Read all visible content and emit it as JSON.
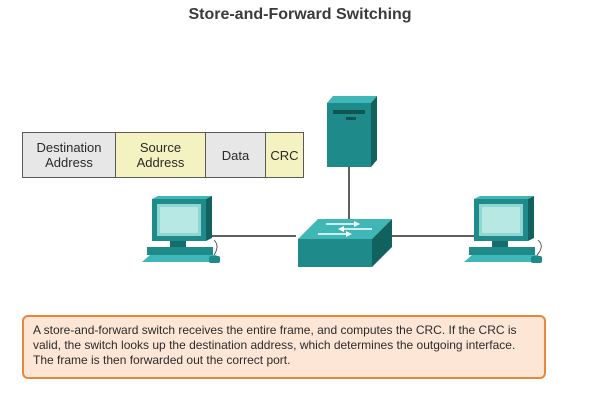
{
  "title": "Store-and-Forward Switching",
  "frame": {
    "fields": [
      {
        "label": "Destination\nAddress"
      },
      {
        "label": "Source\nAddress"
      },
      {
        "label": "Data"
      },
      {
        "label": "CRC"
      }
    ]
  },
  "description": "A store-and-forward switch receives the entire frame, and computes the CRC. If the CRC is valid, the switch looks up the destination address, which determines the outgoing interface. The frame is then forwarded out the correct port.",
  "colors": {
    "device_teal": "#1f8a8a",
    "address_yellow": "#f4f2c0",
    "field_gray": "#e7e7e7",
    "callout_border": "#e8863a",
    "callout_fill": "#fde6d6"
  }
}
